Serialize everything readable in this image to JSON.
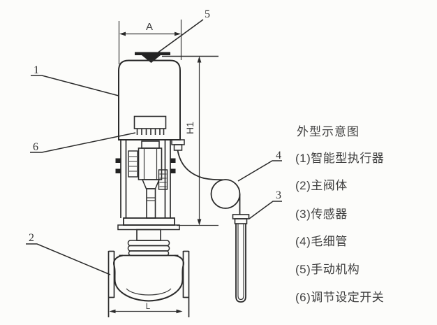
{
  "figure": {
    "title_hint": "valve-with-actuator-outline-drawing",
    "dimensions": {
      "width_label": "A",
      "height_label": "H1",
      "length_label": "L"
    },
    "callouts": {
      "1": "1",
      "2": "2",
      "3": "3",
      "4": "4",
      "5": "5",
      "6": "6"
    }
  },
  "legend": {
    "title": "外型示意图",
    "items": [
      "(1)智能型执行器",
      "(2)主阀体",
      "(3)传感器",
      "(4)毛细管",
      "(5)手动机构",
      "(6)调节设定开关"
    ]
  },
  "colors": {
    "line": "#2a2a2a",
    "text": "#404040",
    "background": "#fcfcfa"
  }
}
